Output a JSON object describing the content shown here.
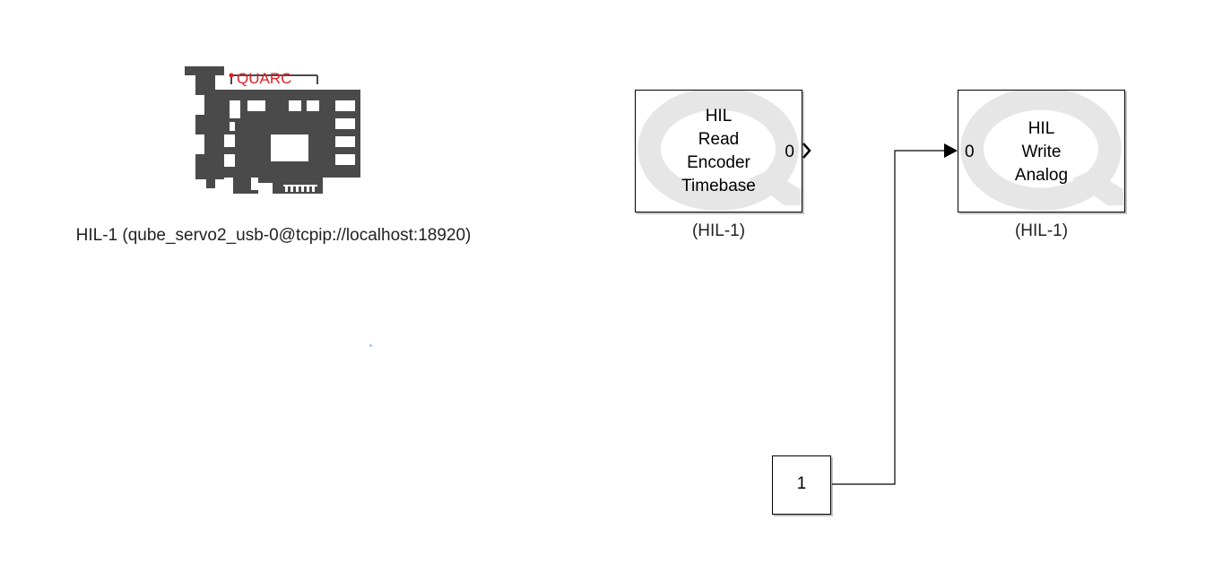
{
  "hil_initialize": {
    "brand": "QUARC",
    "caption": "HIL-1 (qube_servo2_usb-0@tcpip://localhost:18920)",
    "colors": {
      "card": "#4a4a4a",
      "brand": "#e0202a"
    }
  },
  "read_encoder_block": {
    "lines": [
      "HIL",
      "Read",
      "Encoder",
      "Timebase"
    ],
    "output_port_label": "0",
    "caption": "(HIL-1)"
  },
  "write_analog_block": {
    "lines": [
      "HIL",
      "Write",
      "Analog"
    ],
    "input_port_label": "0",
    "caption": "(HIL-1)"
  },
  "constant_block": {
    "value": "1"
  },
  "colors": {
    "background": "#ffffff",
    "block_border": "#000000",
    "watermark": "#e6e6e6",
    "wire": "#000000"
  }
}
